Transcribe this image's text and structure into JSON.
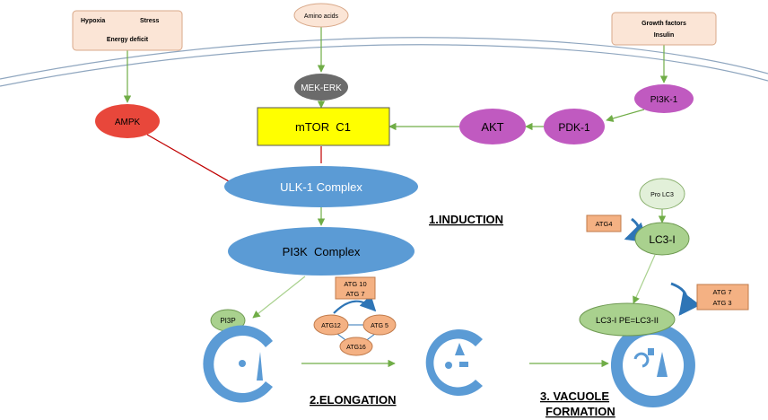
{
  "stimuli": {
    "stress_box": {
      "hypoxia": "Hypoxia",
      "stress": "Stress",
      "energy": "Energy deficit"
    },
    "amino_acids": "Amino acids",
    "growth_box": {
      "line1": "Growth factors",
      "line2": "Insulin"
    }
  },
  "pathway": {
    "ampk": "AMPK",
    "mek_erk": "MEK-ERK",
    "mtor": "mTOR  C1",
    "akt": "AKT",
    "pdk1": "PDK-1",
    "pi3k1": "PI3K-1",
    "ulk1": "ULK-1 Complex",
    "pi3k_complex": "PI3K  Complex"
  },
  "elongation": {
    "atg_box": {
      "line1": "ATG 10",
      "line2": "ATG 7"
    },
    "atg12": "ATG12",
    "atg5": "ATG 5",
    "atg16": "ATG16",
    "pi3p": "PI3P"
  },
  "lc3": {
    "pro_lc3": "Pro LC3",
    "atg4": "ATG4",
    "lc3_1": "LC3-I",
    "atg_box": {
      "line1": "ATG 7",
      "line2": "ATG 3"
    },
    "lc3_pe": "LC3-I PE=LC3-II"
  },
  "stages": {
    "induction": "1.INDUCTION",
    "elongation": "2.ELONGATION",
    "vacuole_line1": "3. VACUOLE",
    "vacuole_line2": "FORMATION"
  },
  "colors": {
    "blue": "#5b9bd5",
    "yellow": "#ffff00",
    "purple": "#c05ac0",
    "red": "#e8473b",
    "grey": "#6b6b6b",
    "green": "#a9d18e",
    "salmon": "#f4b183",
    "peach": "#fbe5d6",
    "arrow_green": "#70ad47",
    "inhibit_red": "#c00000"
  }
}
